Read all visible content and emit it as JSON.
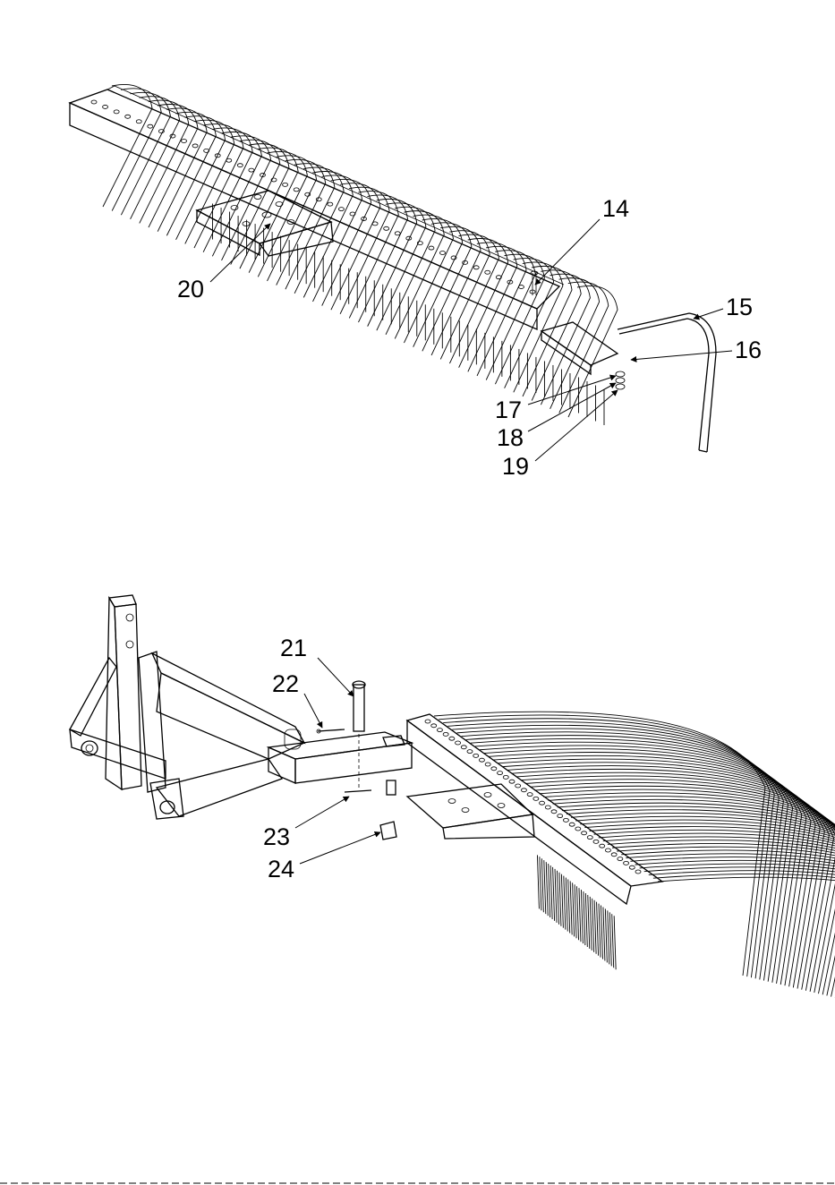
{
  "diagrams": [
    {
      "id": "rake-head-detail",
      "callouts": [
        {
          "label": "14"
        },
        {
          "label": "15"
        },
        {
          "label": "16"
        },
        {
          "label": "17"
        },
        {
          "label": "18"
        },
        {
          "label": "19"
        },
        {
          "label": "20"
        }
      ]
    },
    {
      "id": "rake-assembly-with-hitch",
      "callouts": [
        {
          "label": "21"
        },
        {
          "label": "22"
        },
        {
          "label": "23"
        },
        {
          "label": "24"
        }
      ]
    }
  ]
}
